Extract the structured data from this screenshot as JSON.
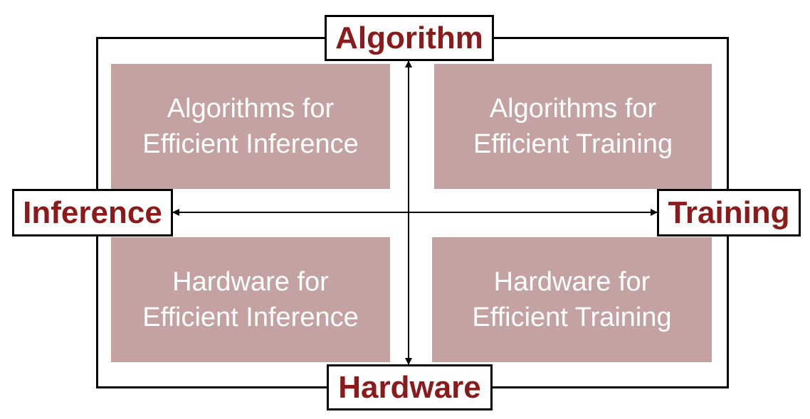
{
  "colors": {
    "quadrant_fill": "#c4a2a2",
    "quadrant_text": "#ffffff",
    "axis_label_text": "#8b1a1a",
    "line": "#000000"
  },
  "axes": {
    "top": "Algorithm",
    "bottom": "Hardware",
    "left": "Inference",
    "right": "Training"
  },
  "quadrants": [
    {
      "text": "Algorithms for\nEfficient Inference"
    },
    {
      "text": "Algorithms for\nEfficient Training"
    },
    {
      "text": "Hardware for\nEfficient Inference"
    },
    {
      "text": "Hardware for\nEfficient Training"
    }
  ]
}
